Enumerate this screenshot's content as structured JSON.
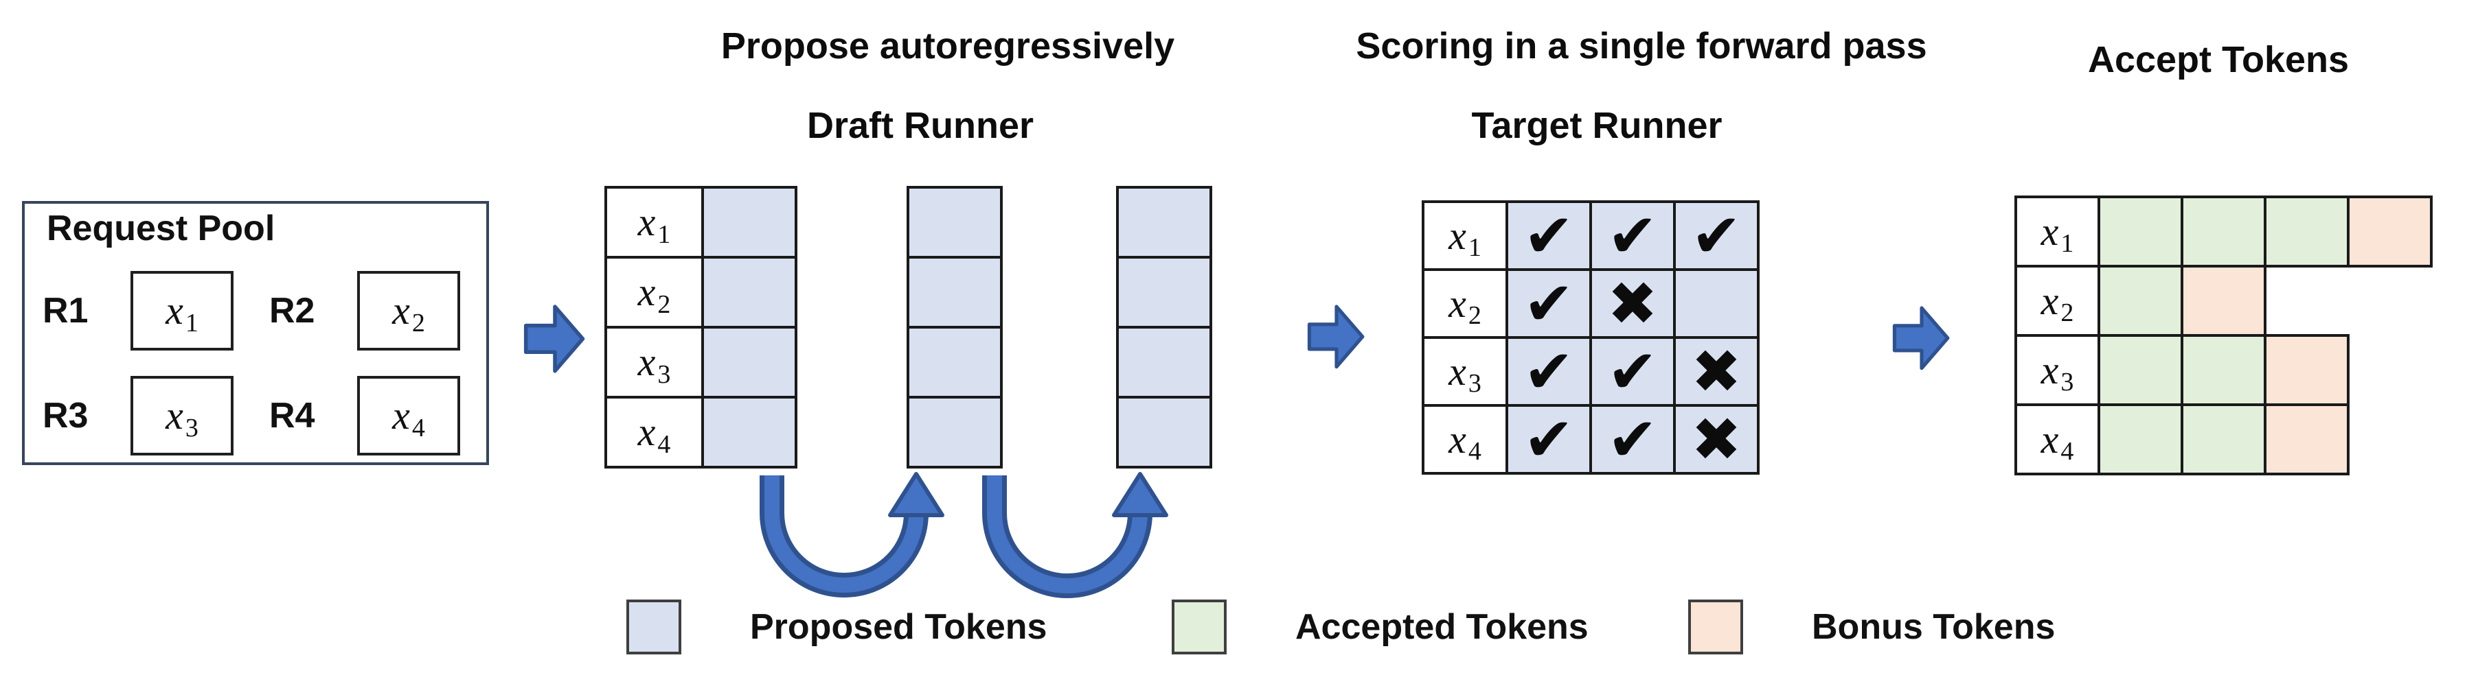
{
  "request_pool": {
    "title": "Request Pool",
    "requests": [
      {
        "label": "R1",
        "token": {
          "base": "x",
          "sub": "1"
        }
      },
      {
        "label": "R2",
        "token": {
          "base": "x",
          "sub": "2"
        }
      },
      {
        "label": "R3",
        "token": {
          "base": "x",
          "sub": "3"
        }
      },
      {
        "label": "R4",
        "token": {
          "base": "x",
          "sub": "4"
        }
      }
    ]
  },
  "draft_runner": {
    "heading": "Propose autoregressively",
    "subheading": "Draft Runner",
    "row_labels": [
      {
        "base": "x",
        "sub": "1"
      },
      {
        "base": "x",
        "sub": "2"
      },
      {
        "base": "x",
        "sub": "3"
      },
      {
        "base": "x",
        "sub": "4"
      }
    ],
    "rows": 4,
    "extra_columns": 2
  },
  "target_runner": {
    "heading": "Scoring in a single forward pass",
    "subheading": "Target Runner",
    "row_labels": [
      {
        "base": "x",
        "sub": "1"
      },
      {
        "base": "x",
        "sub": "2"
      },
      {
        "base": "x",
        "sub": "3"
      },
      {
        "base": "x",
        "sub": "4"
      }
    ],
    "grid": [
      [
        "check",
        "check",
        "check"
      ],
      [
        "check",
        "cross",
        "none"
      ],
      [
        "check",
        "check",
        "cross"
      ],
      [
        "check",
        "check",
        "cross"
      ]
    ]
  },
  "accept_tokens": {
    "heading": "Accept Tokens",
    "row_labels": [
      {
        "base": "x",
        "sub": "1"
      },
      {
        "base": "x",
        "sub": "2"
      },
      {
        "base": "x",
        "sub": "3"
      },
      {
        "base": "x",
        "sub": "4"
      }
    ],
    "rows": [
      [
        "accepted",
        "accepted",
        "accepted",
        "bonus"
      ],
      [
        "accepted",
        "bonus"
      ],
      [
        "accepted",
        "accepted",
        "bonus"
      ],
      [
        "accepted",
        "accepted",
        "bonus"
      ]
    ]
  },
  "legend": {
    "items": [
      {
        "key": "proposed",
        "label": "Proposed Tokens",
        "color": "#d9e1f1"
      },
      {
        "key": "accepted",
        "label": "Accepted Tokens",
        "color": "#e2efda"
      },
      {
        "key": "bonus",
        "label": "Bonus Tokens",
        "color": "#fbe5d6"
      }
    ]
  },
  "glyphs": {
    "check": "✔",
    "cross": "✖",
    "none": ""
  },
  "colors": {
    "proposed_cell": "#d9e1f1",
    "accepted_cell": "#e2efda",
    "bonus_cell": "#fbe5d6",
    "arrow_fill": "#4472c4",
    "arrow_border": "#2f528f",
    "grid_border": "#1a1a1a"
  }
}
